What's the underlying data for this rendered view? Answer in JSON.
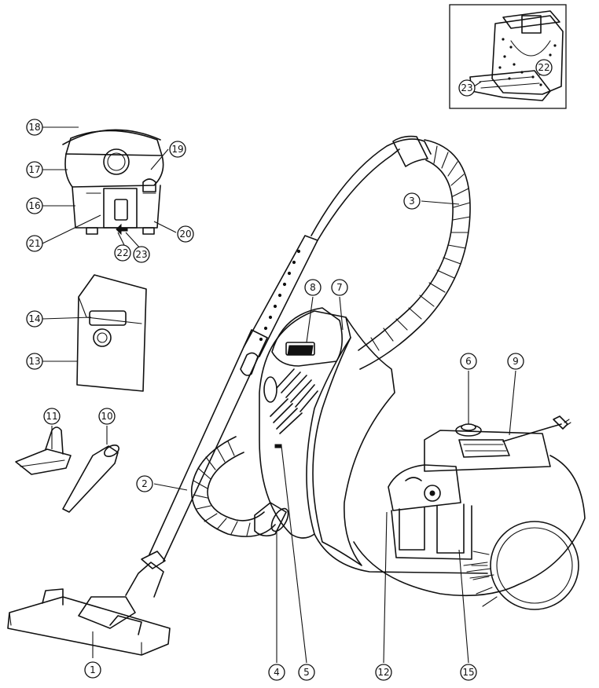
{
  "callouts": [
    {
      "id": "c1",
      "label": "1"
    },
    {
      "id": "c2",
      "label": "2"
    },
    {
      "id": "c3",
      "label": "3"
    },
    {
      "id": "c4",
      "label": "4"
    },
    {
      "id": "c5",
      "label": "5"
    },
    {
      "id": "c6",
      "label": "6"
    },
    {
      "id": "c7",
      "label": "7"
    },
    {
      "id": "c8",
      "label": "8"
    },
    {
      "id": "c9",
      "label": "9"
    },
    {
      "id": "c10",
      "label": "10"
    },
    {
      "id": "c11",
      "label": "11"
    },
    {
      "id": "c12",
      "label": "12"
    },
    {
      "id": "c13",
      "label": "13"
    },
    {
      "id": "c14",
      "label": "14"
    },
    {
      "id": "c15",
      "label": "15"
    },
    {
      "id": "c16",
      "label": "16"
    },
    {
      "id": "c17",
      "label": "17"
    },
    {
      "id": "c18",
      "label": "18"
    },
    {
      "id": "c19",
      "label": "19"
    },
    {
      "id": "c20",
      "label": "20"
    },
    {
      "id": "c21",
      "label": "21"
    },
    {
      "id": "c22",
      "label": "22"
    },
    {
      "id": "c23",
      "label": "23"
    },
    {
      "id": "c22-inset",
      "label": "22"
    },
    {
      "id": "c23-inset",
      "label": "23"
    }
  ]
}
